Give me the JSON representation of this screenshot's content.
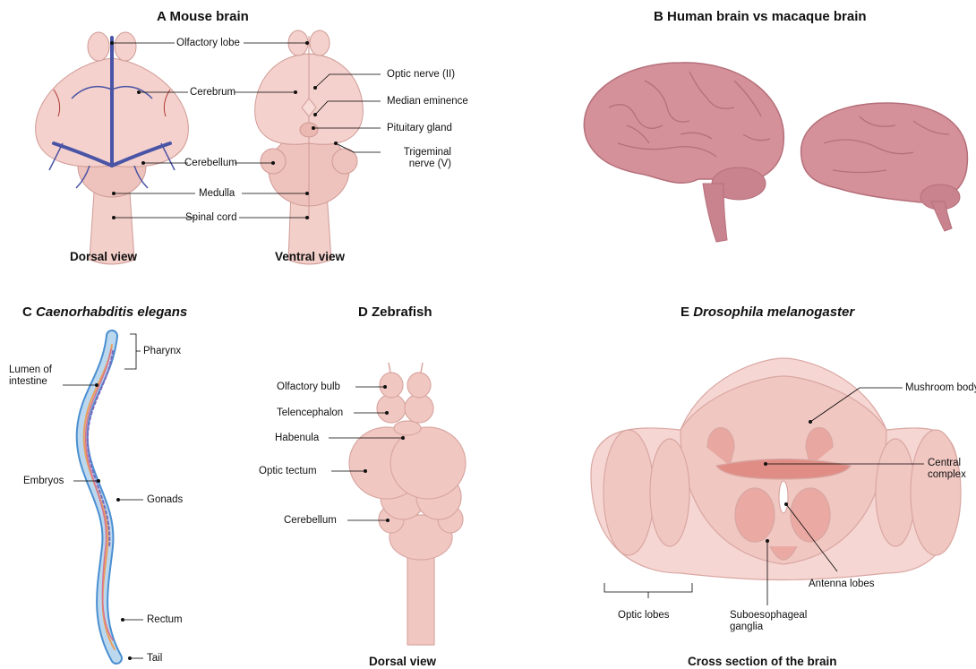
{
  "panel_a": {
    "title": "A Mouse brain",
    "labels": {
      "olfactory_lobe": "Olfactory lobe",
      "cerebrum": "Cerebrum",
      "cerebellum": "Cerebellum",
      "medulla": "Medulla",
      "spinal_cord": "Spinal cord",
      "optic_nerve": "Optic nerve (II)",
      "median_eminence": "Median eminence",
      "pituitary_gland": "Pituitary gland",
      "trigeminal_1": "Trigeminal",
      "trigeminal_2": "nerve (V)"
    },
    "dorsal_caption": "Dorsal view",
    "ventral_caption": "Ventral view"
  },
  "panel_b": {
    "title": "B Human brain vs macaque brain"
  },
  "panel_c": {
    "title_letter": "C",
    "title_species": "Caenorhabditis elegans",
    "labels": {
      "pharynx": "Pharynx",
      "lumen_1": "Lumen of",
      "lumen_2": "intestine",
      "embryos": "Embryos",
      "gonads": "Gonads",
      "rectum": "Rectum",
      "tail": "Tail"
    }
  },
  "panel_d": {
    "title": "D Zebrafish",
    "labels": {
      "olfactory_bulb": "Olfactory bulb",
      "telencephalon": "Telencephalon",
      "habenula": "Habenula",
      "optic_tectum": "Optic tectum",
      "cerebellum": "Cerebellum"
    },
    "caption": "Dorsal view"
  },
  "panel_e": {
    "title_letter": "E",
    "title_species": "Drosophila melanogaster",
    "labels": {
      "mushroom_body": "Mushroom body",
      "central_1": "Central",
      "central_2": "complex",
      "antenna_lobes": "Antenna lobes",
      "optic_lobes": "Optic lobes",
      "suboeso_1": "Suboesophageal",
      "suboeso_2": "ganglia"
    },
    "caption": "Cross section of the brain"
  },
  "colors": {
    "tissue": "#f1c7c2",
    "tissue_dark": "#e0a7a2",
    "outline": "#c98a86",
    "brain_human": "#d5919a",
    "brain_human_dark": "#b56f7a",
    "vessel": "#4a54a6",
    "worm_outline": "#4a8fd1",
    "fly_base": "#f6d6d3"
  }
}
